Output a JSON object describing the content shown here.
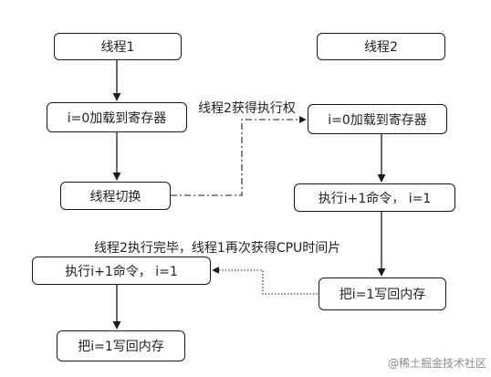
{
  "nodes": {
    "thread1": "线程1",
    "thread2": "线程2",
    "t1_load": "i=0加载到寄存器",
    "t2_load": "i=0加载到寄存器",
    "t1_switch": "线程切换",
    "t2_exec": "执行i+1命令， i=1",
    "t1_exec": "执行i+1命令，  i=1",
    "t2_write": "把i=1写回内存",
    "t1_write": "把i=1写回内存"
  },
  "edge_labels": {
    "switch_to_t2": "线程2获得执行权",
    "back_to_t1": "线程2执行完毕，线程1再次获得CPU时间片"
  },
  "watermark": "@稀土掘金技术社区"
}
